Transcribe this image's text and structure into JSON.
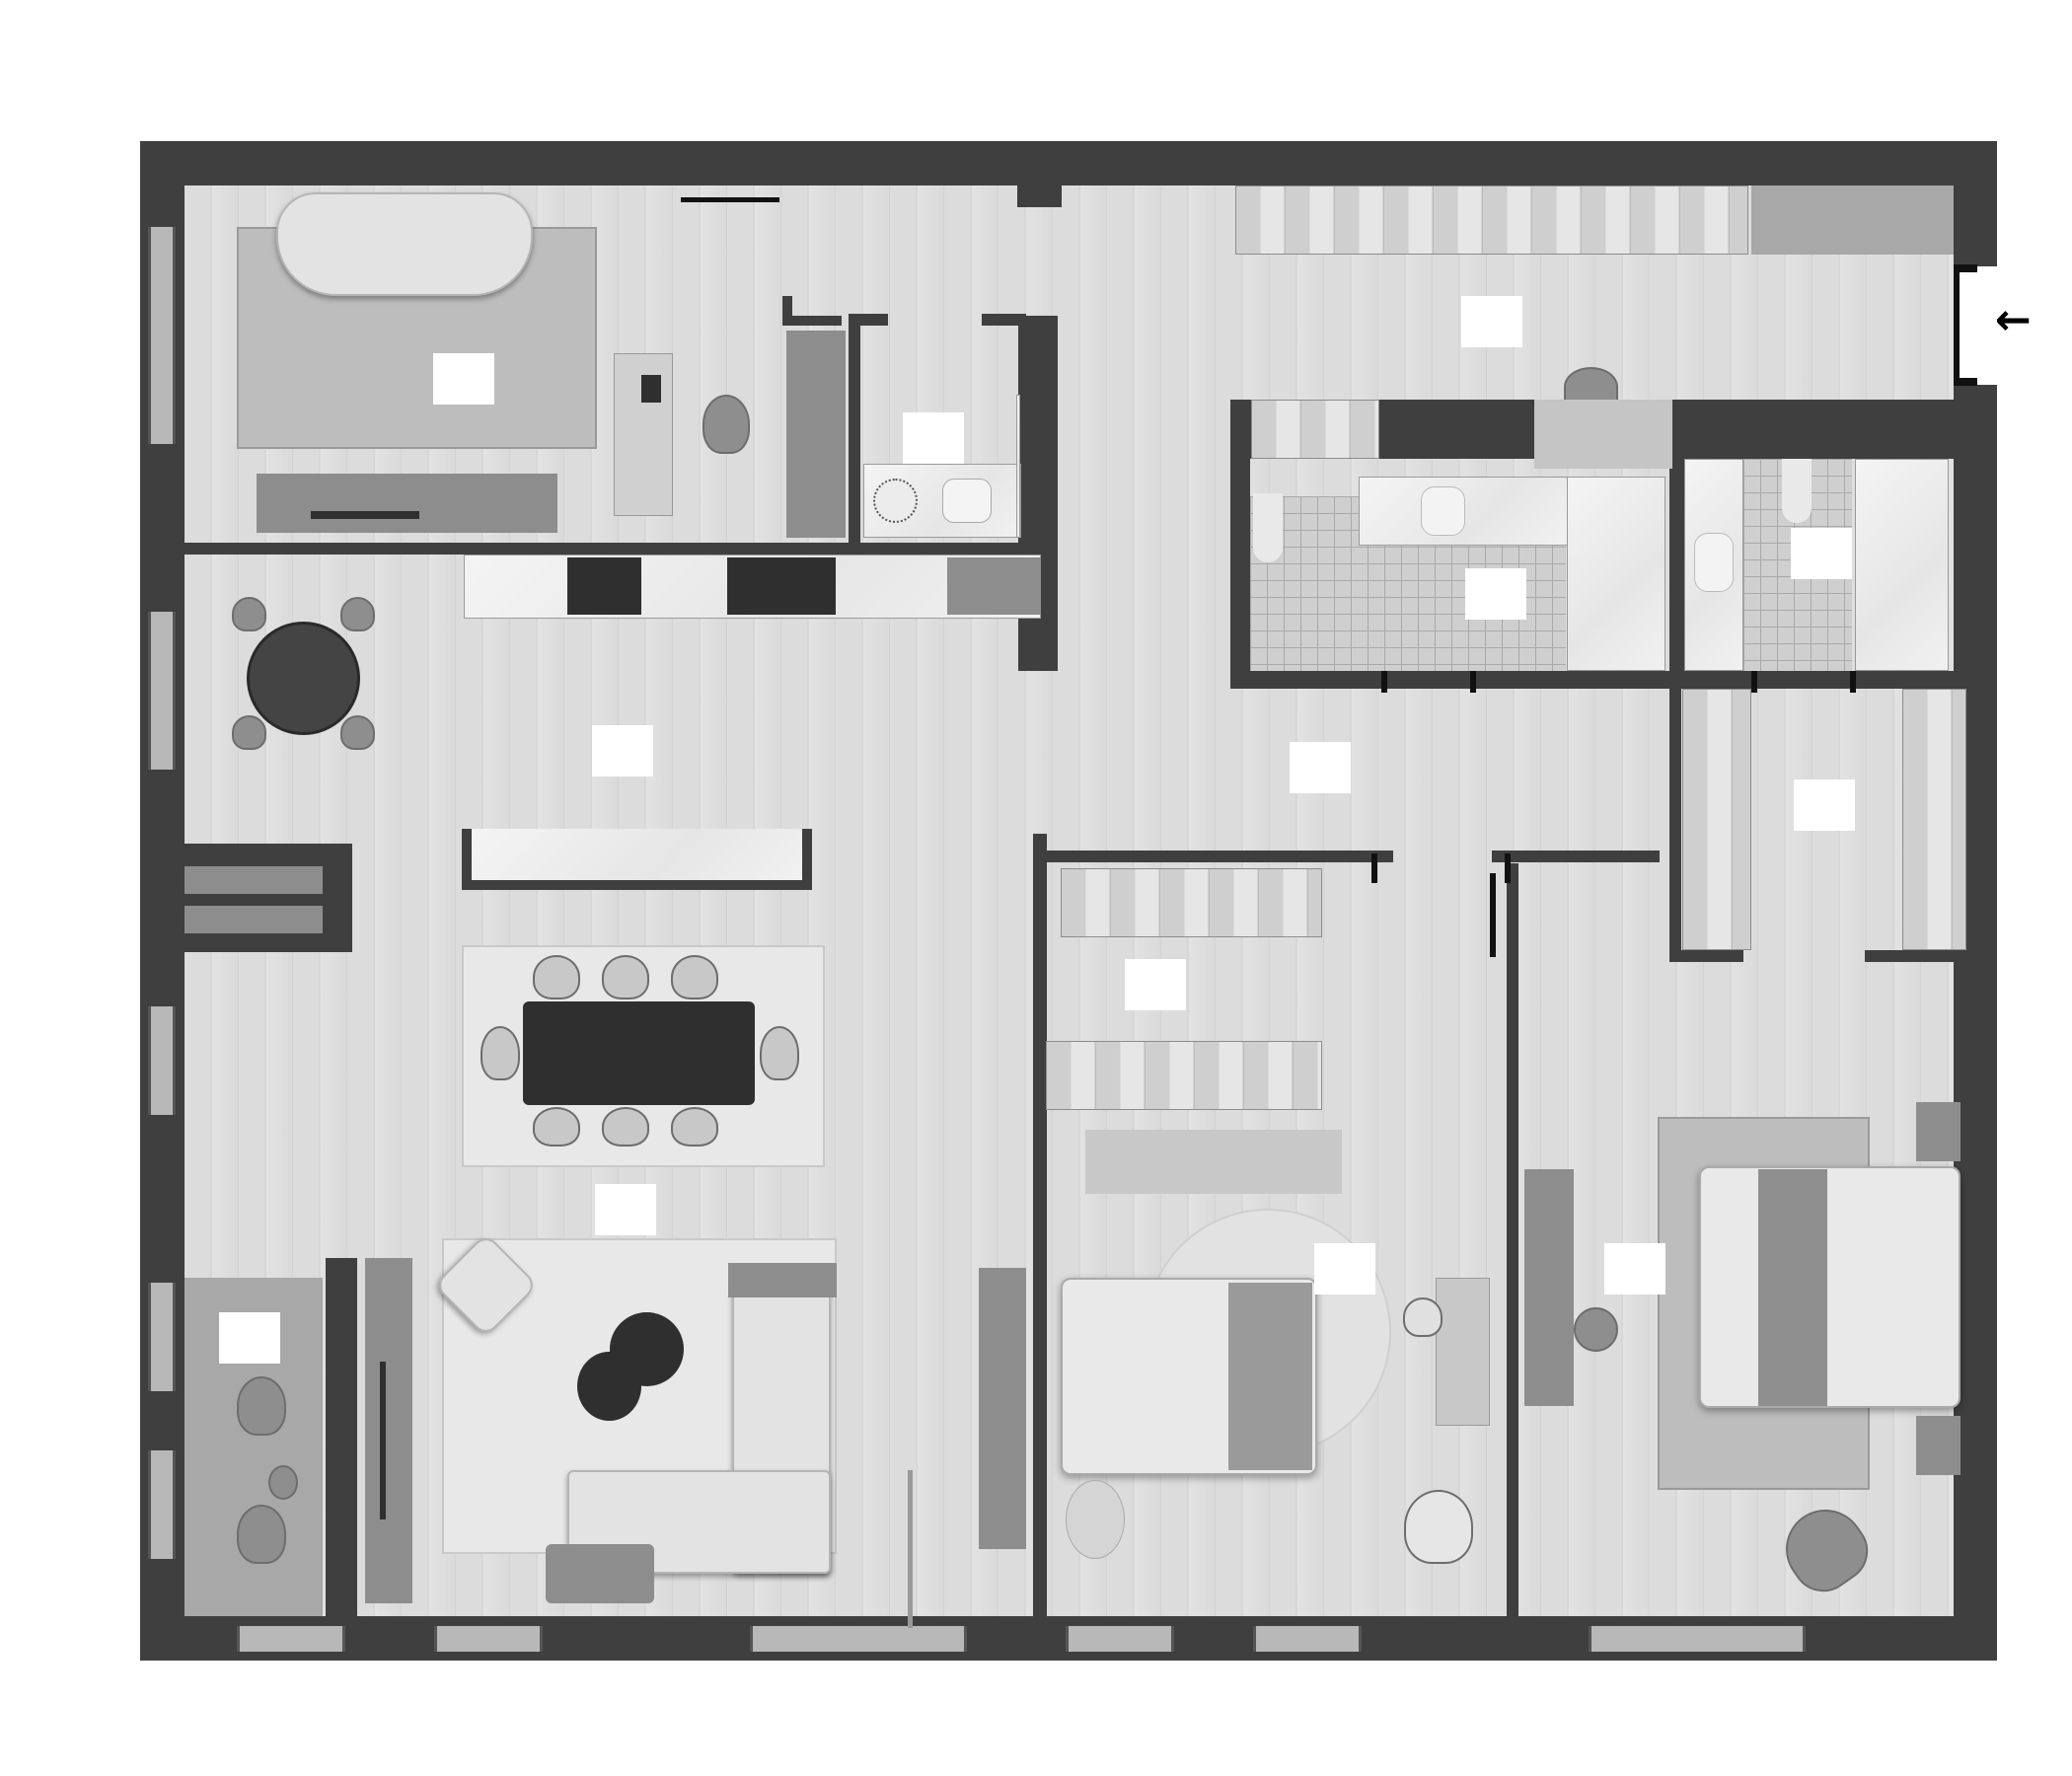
{
  "plan": {
    "type": "apartment floor plan (top-down, furnished, grayscale)",
    "text_labels_present": false,
    "room_labels": [
      {
        "id": "room-1",
        "room": "study-lounge",
        "text": ""
      },
      {
        "id": "room-2",
        "room": "utility-wc",
        "text": ""
      },
      {
        "id": "room-3",
        "room": "entrance-hall",
        "text": ""
      },
      {
        "id": "room-4",
        "room": "kitchen-dining",
        "text": ""
      },
      {
        "id": "room-5",
        "room": "hallway",
        "text": ""
      },
      {
        "id": "room-6",
        "room": "bathroom-1",
        "text": ""
      },
      {
        "id": "room-7",
        "room": "bathroom-2",
        "text": ""
      },
      {
        "id": "room-8",
        "room": "walk-in-closet",
        "text": ""
      },
      {
        "id": "room-9",
        "room": "closet-bedroom-2",
        "text": ""
      },
      {
        "id": "room-10",
        "room": "living-room",
        "text": ""
      },
      {
        "id": "room-11",
        "room": "balcony",
        "text": ""
      },
      {
        "id": "room-12",
        "room": "bedroom-2",
        "text": ""
      },
      {
        "id": "room-13",
        "room": "master-bedroom",
        "text": ""
      }
    ],
    "entry_marker": {
      "icon": "arrow-left-icon",
      "glyph": "←"
    },
    "colors": {
      "wall": "#3f3f3f",
      "floor": "#dcdcdc",
      "label_box": "#ffffff",
      "background": "#ffffff"
    }
  }
}
